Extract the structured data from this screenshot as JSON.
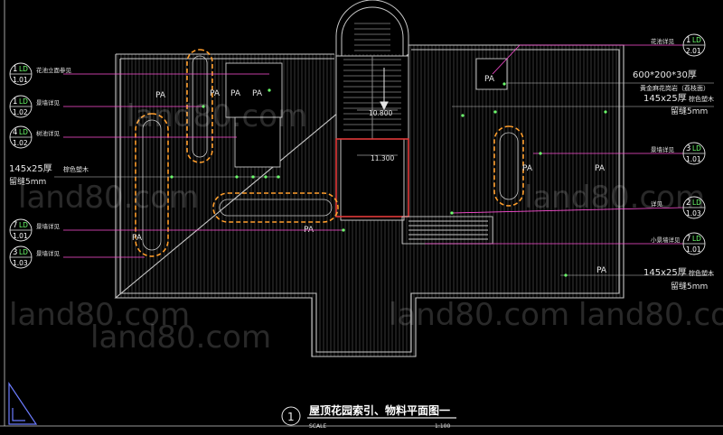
{
  "watermark": "land80.com",
  "colors": {
    "background": "#000000",
    "outline": "#c8c8c8",
    "hatch": "#6a6a6a",
    "orange": "#ff9e2c",
    "red": "#e23a3a",
    "green": "#6cff6c",
    "magenta": "#ff4fd6",
    "text": "#e6e6e6"
  },
  "left_callouts": [
    {
      "num": "1",
      "tag": "LD",
      "sheet": "1.01",
      "note": "花池立面参见"
    },
    {
      "num": "1",
      "tag": "LD",
      "sheet": "1.02",
      "note": "景墙详见"
    },
    {
      "num": "4",
      "tag": "LD",
      "sheet": "1.02",
      "note": "树池详见"
    },
    {
      "num": "7",
      "tag": "LD",
      "sheet": "1.01",
      "note": "景墙详见"
    },
    {
      "num": "3",
      "tag": "LD",
      "sheet": "1.03",
      "note": "景墙详见"
    }
  ],
  "right_callouts": [
    {
      "num": "1",
      "tag": "LD",
      "sheet": "2.01",
      "note": "花池详见"
    },
    {
      "num": "3",
      "tag": "LD",
      "sheet": "1.01",
      "note": "景墙详见"
    },
    {
      "num": "2",
      "tag": "LD",
      "sheet": "1.03",
      "note": "详见"
    },
    {
      "num": "7",
      "tag": "LD",
      "sheet": "1.01",
      "note": "小景墙详见"
    }
  ],
  "material_notes": [
    {
      "size": "145x25厚",
      "desc": "棕色塑木",
      "sub": "留缝5mm"
    },
    {
      "size": "600*200*30厚",
      "desc": "",
      "sub": "黄金麻花岗岩（荔枝面）"
    },
    {
      "size": "145x25厚",
      "desc": "棕色塑木",
      "sub": "留缝5mm"
    },
    {
      "size": "145x25厚",
      "desc": "棕色塑木",
      "sub": "留缝5mm"
    }
  ],
  "levels": [
    "10.800",
    "11.300"
  ],
  "planter_label": "PA",
  "title_block": {
    "number": "1",
    "title": "屋顶花园索引、物料平面图一",
    "scale_label": "SCALE",
    "scale_value": "1:100"
  }
}
